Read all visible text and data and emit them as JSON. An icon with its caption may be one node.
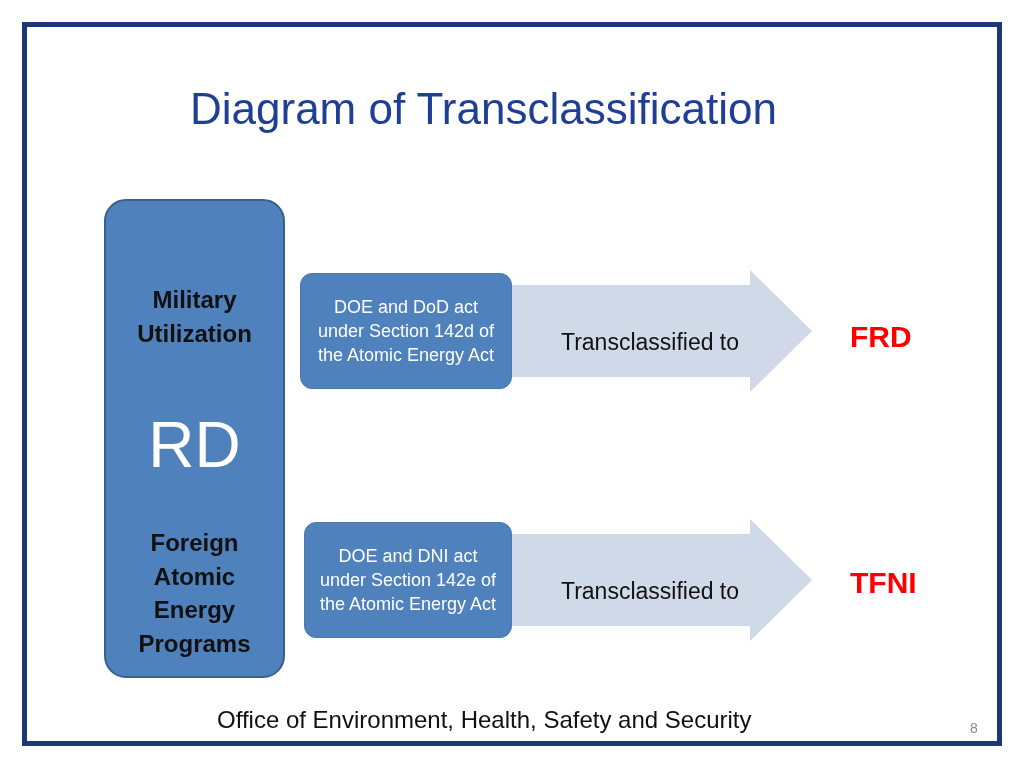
{
  "diagram": {
    "title": "Diagram of Transclassification",
    "nodes": [
      {
        "text": [
          "Military Utilization",
          "RD",
          "Foreign Atomic Energy Programs"
        ]
      },
      {
        "text": [
          "DOE and DoD act under Section 142d of the Atomic Energy Act"
        ]
      },
      {
        "text": [
          "FRD"
        ]
      },
      {
        "text": [
          "DOE and DNI act under Section 142e of the Atomic Energy Act"
        ]
      },
      {
        "text": [
          "TFNI"
        ]
      }
    ],
    "edges": [
      {
        "from": 1,
        "to": 2,
        "arrow": "to",
        "label": "Transclassified to",
        "style": "thick"
      },
      {
        "from": 3,
        "to": 4,
        "arrow": "to",
        "label": "Transclassified to",
        "style": "thick"
      }
    ],
    "labels": [
      "Office of Environment, Health, Safety and Security",
      "8"
    ]
  }
}
